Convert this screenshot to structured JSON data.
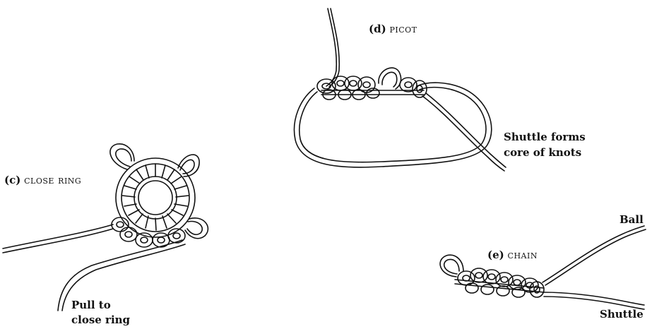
{
  "labels": {
    "d": {
      "key": "(d)",
      "name": "picot"
    },
    "c": {
      "key": "(c)",
      "name": "close ring"
    },
    "e": {
      "key": "(e)",
      "name": "chain"
    },
    "shuttle_core_1": "Shuttle forms",
    "shuttle_core_2": "core of knots",
    "pull_1": "Pull to",
    "pull_2": "close ring",
    "ball": "Ball",
    "shuttle": "Shuttle"
  },
  "colors": {
    "ink": "#111111",
    "background": "#ffffff"
  }
}
